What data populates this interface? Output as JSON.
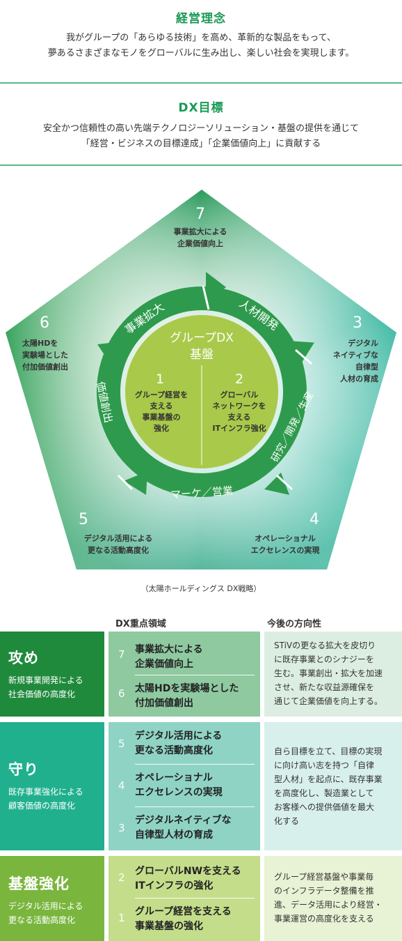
{
  "philosophy": {
    "title": "経営理念",
    "lines": [
      "我がグループの「あらゆる技術」を高め、革新的な製品をもって、",
      "夢あるさまざまなモノをグローバルに生み出し、楽しい社会を実現します。"
    ]
  },
  "dx_goal": {
    "title": "DX目標",
    "lines": [
      "安全かつ信頼性の高い先端テクノロジーソリューション・基盤の提供を通じて",
      "「経営・ビジネスの目標達成」「企業価値向上」に貢献する"
    ]
  },
  "diagram": {
    "center_title": [
      "グループDX",
      "基盤"
    ],
    "center_left": {
      "num": "1",
      "lines": [
        "グループ経営を",
        "支える",
        "事業基盤の",
        "強化"
      ]
    },
    "center_right": {
      "num": "2",
      "lines": [
        "グローバル",
        "ネットワークを",
        "支える",
        "ITインフラ強化"
      ]
    },
    "ring_labels": {
      "top_left": "事業拡大",
      "top_right": "人材開発",
      "right": "研究／開発／生産",
      "bottom": "マーケ／営業",
      "left": "価値創出"
    },
    "points": [
      {
        "num": "7",
        "lines": [
          "事業拡大による",
          "企業価値向上"
        ]
      },
      {
        "num": "3",
        "lines": [
          "デジタル",
          "ネイティブな",
          "自律型",
          "人材の育成"
        ]
      },
      {
        "num": "4",
        "lines": [
          "オペレーショナル",
          "エクセレンスの実現"
        ]
      },
      {
        "num": "5",
        "lines": [
          "デジタル活用による",
          "更なる活動高度化"
        ]
      },
      {
        "num": "6",
        "lines": [
          "太陽HDを",
          "実験場とした",
          "付加価値創出"
        ]
      }
    ],
    "caption": "（太陽ホールディングス DX戦略）"
  },
  "table": {
    "col_focus": "DX重点領域",
    "col_direction": "今後の方向性",
    "rows": [
      {
        "title": "攻め",
        "sub": [
          "新規事業開発による",
          "社会価値の高度化"
        ],
        "items": [
          {
            "num": "7",
            "lines": [
              "事業拡大による",
              "企業価値向上"
            ]
          },
          {
            "num": "6",
            "lines": [
              "太陽HDを実験場とした",
              "付加価値創出"
            ]
          }
        ],
        "direction": [
          "STiVの更なる拡大を皮切り",
          "に既存事業とのシナジーを",
          "生む。事業創出・拡大を加速",
          "させ、新たな収益源確保を",
          "通じて企業価値を向上する。"
        ]
      },
      {
        "title": "守り",
        "sub": [
          "既存事業強化による",
          "顧客価値の高度化"
        ],
        "items": [
          {
            "num": "5",
            "lines": [
              "デジタル活用による",
              "更なる活動高度化"
            ]
          },
          {
            "num": "4",
            "lines": [
              "オペレーショナル",
              "エクセレンスの実現"
            ]
          },
          {
            "num": "3",
            "lines": [
              "デジタルネイティブな",
              "自律型人材の育成"
            ]
          }
        ],
        "direction": [
          "自ら目標を立て、目標の実現",
          "に向け高い志を持つ「自律",
          "型人材」を起点に、既存事業",
          "を高度化し、製造業として",
          "お客様への提供価値を最大",
          "化する"
        ]
      },
      {
        "title": "基盤強化",
        "sub": [
          "デジタル活用による",
          "更なる活動高度化"
        ],
        "items": [
          {
            "num": "2",
            "lines": [
              "グローバルNWを支える",
              "ITインフラの強化"
            ]
          },
          {
            "num": "1",
            "lines": [
              "グループ経営を支える",
              "事業基盤の強化"
            ]
          }
        ],
        "direction": [
          "グループ経営基盤や事業毎",
          "のインフラデータ整備を推",
          "進、データ活用により経営・",
          "事業運営の高度化を支える"
        ]
      }
    ]
  },
  "colors": {
    "green_dark": "#1e8c43",
    "green_ring": "#2e9a4d",
    "lime": "#a9c94a",
    "teal": "#2db39b",
    "attack": "#1f8a3c",
    "defend": "#21b08e",
    "base": "#7ab63e"
  }
}
